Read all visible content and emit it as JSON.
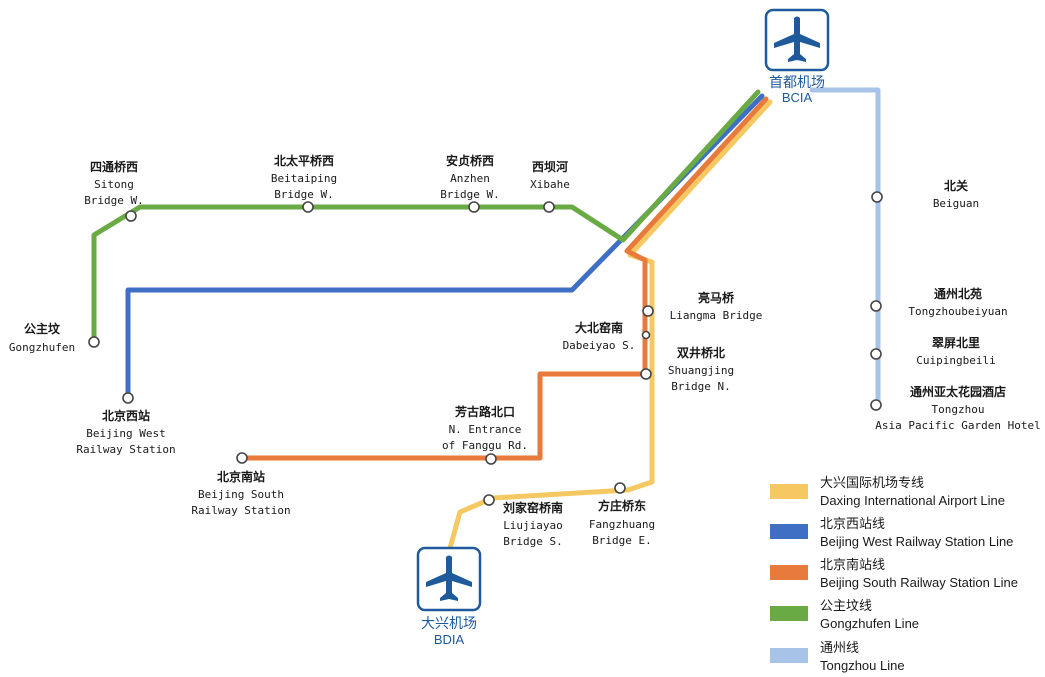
{
  "colors": {
    "daxing": "#f5c862",
    "beijing_west": "#3f6fc4",
    "beijing_south": "#e87a3b",
    "gongzhufen": "#6aaa45",
    "tongzhou": "#a7c3e8",
    "airport_blue": "#1e5a9c"
  },
  "airports": {
    "bcia": {
      "zh": "首都机场",
      "en": "BCIA",
      "icon": "airplane-icon"
    },
    "bdia": {
      "zh": "大兴机场",
      "en": "BDIA",
      "icon": "airplane-icon"
    }
  },
  "stations": {
    "sitong": {
      "zh": "四通桥西",
      "en1": "Sitong",
      "en2": "Bridge W."
    },
    "beitaiping": {
      "zh": "北太平桥西",
      "en1": "Beitaiping",
      "en2": "Bridge W."
    },
    "anzhen": {
      "zh": "安贞桥西",
      "en1": "Anzhen",
      "en2": "Bridge W."
    },
    "xibahe": {
      "zh": "西坝河",
      "en1": "Xibahe"
    },
    "gongzhufen": {
      "zh": "公主坟",
      "en1": "Gongzhufen"
    },
    "beijing_west": {
      "zh": "北京西站",
      "en1": "Beijing West",
      "en2": "Railway Station"
    },
    "liangma": {
      "zh": "亮马桥",
      "en1": "Liangma Bridge"
    },
    "dabeiyao": {
      "zh": "大北窑南",
      "en1": "Dabeiyao S."
    },
    "shuangjing": {
      "zh": "双井桥北",
      "en1": "Shuangjing",
      "en2": "Bridge N."
    },
    "fanggu": {
      "zh": "芳古路北口",
      "en1": "N. Entrance",
      "en2": "of Fanggu Rd."
    },
    "beijing_south": {
      "zh": "北京南站",
      "en1": "Beijing South",
      "en2": "Railway Station"
    },
    "fangzhuang": {
      "zh": "方庄桥东",
      "en1": "Fangzhuang",
      "en2": "Bridge E."
    },
    "liujiayao": {
      "zh": "刘家窑桥南",
      "en1": "Liujiayao",
      "en2": "Bridge S."
    },
    "beiguan": {
      "zh": "北关",
      "en1": "Beiguan"
    },
    "tongzhoubeiyuan": {
      "zh": "通州北苑",
      "en1": "Tongzhoubeiyuan"
    },
    "cuipingbeili": {
      "zh": "翠屏北里",
      "en1": "Cuipingbeili"
    },
    "tongzhou_hotel": {
      "zh": "通州亚太花园酒店",
      "en1": "Tongzhou",
      "en2": "Asia Pacific Garden Hotel"
    }
  },
  "legend": [
    {
      "zh": "大兴国际机场专线",
      "en": "Daxing International Airport Line",
      "color": "#f5c862"
    },
    {
      "zh": "北京西站线",
      "en": "Beijing West Railway Station Line",
      "color": "#3f6fc4"
    },
    {
      "zh": "北京南站线",
      "en": "Beijing South Railway Station Line",
      "color": "#e87a3b"
    },
    {
      "zh": "公主坟线",
      "en": "Gongzhufen Line",
      "color": "#6aaa45"
    },
    {
      "zh": "通州线",
      "en": "Tongzhou Line",
      "color": "#a7c3e8"
    }
  ]
}
